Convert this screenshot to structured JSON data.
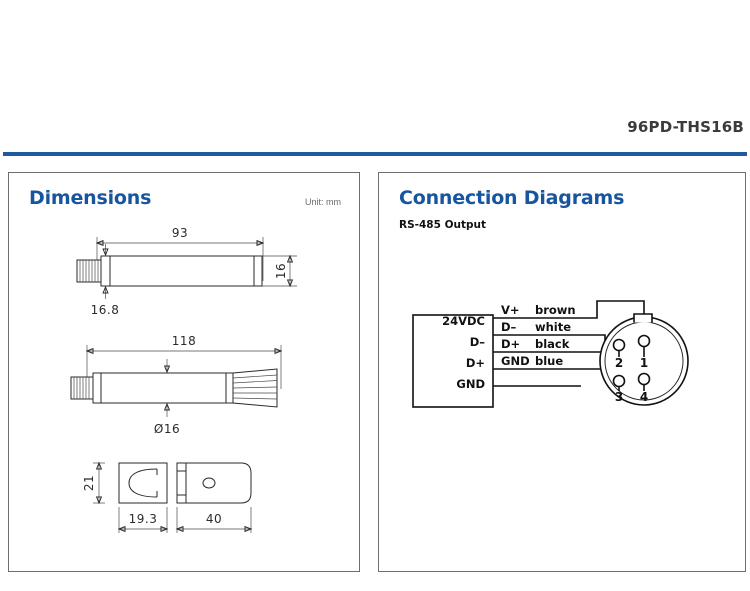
{
  "header": {
    "model": "96PD-THS16B",
    "rule_color": "#1d5b9e"
  },
  "colors": {
    "accent_blue": "#17559e",
    "rule_blue": "#1d5b9e",
    "title_gray": "#3b3b3b",
    "line_dark": "#2a2a2a",
    "panel_border": "#6e6e6e"
  },
  "dimensions_panel": {
    "title": "Dimensions",
    "unit_note": "Unit: mm",
    "drawing_1": {
      "name": "probe-body-top-view",
      "labels": {
        "length": "93",
        "diameter": "16",
        "thread_offset": "16.8"
      }
    },
    "drawing_2": {
      "name": "probe-with-filter-cap",
      "labels": {
        "length": "118",
        "diameter": "Ø16"
      }
    },
    "drawing_3": {
      "name": "mounting-bracket",
      "labels": {
        "height": "21",
        "clip_width": "19.3",
        "bracket_width": "40"
      }
    }
  },
  "connection_panel": {
    "title": "Connection Diagrams",
    "subtitle": "RS-485 Output",
    "terminal_block": {
      "name": "24vdc-terminal-block",
      "labels": [
        "24VDC",
        "D–",
        "D+",
        "GND"
      ]
    },
    "wires": [
      {
        "signal": "V+",
        "color": "brown",
        "pin": "1"
      },
      {
        "signal": "D–",
        "color": "white",
        "pin": "2"
      },
      {
        "signal": "D+",
        "color": "black",
        "pin": "4"
      },
      {
        "signal": "GND",
        "color": "blue",
        "pin": "3"
      }
    ],
    "connector": {
      "name": "m12-4pin-connector",
      "pins": [
        "1",
        "2",
        "3",
        "4"
      ]
    }
  }
}
